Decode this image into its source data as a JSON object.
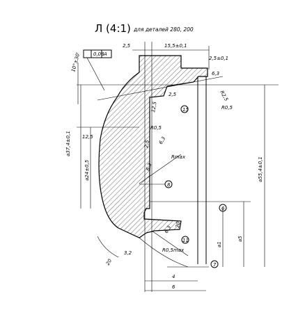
{
  "header": {
    "view": "Л (4:1)",
    "note": "для деталей 280, 200"
  },
  "tolerance_frame": {
    "value": "0,08",
    "datum": "A"
  },
  "dimensions": {
    "d_top_angle": "10°±30'",
    "d_2_5_top": "2,5",
    "d_15_5": "15,5±0,1",
    "d_2_5_right": "2,5±0,1",
    "d_6_3": "6,3",
    "d_r2_5": "R2,5",
    "d_r2_5_b": "2,5",
    "d_r0_5_right": "R0,5",
    "d_r0_5_mid": "R0,5",
    "d_12_5_left": "12,5",
    "d_12_5_mid": "12,5",
    "d_2_5_mid": "2,5",
    "d_6_3_mid": "6,3",
    "d_rmax": "Rmax",
    "d_6_3_low": "6,3",
    "d_phi37": "⌀37,4±0,1",
    "d_phi24": "⌀24±0,5",
    "d_phi55": "⌀55,4±0,1",
    "d_phi5": "⌀5",
    "d_phi1": "⌀1",
    "d_3_2": "3,2",
    "d_20_left": "20",
    "d_6_3_bottom": "6,3",
    "d_20_bottom": "20",
    "d_r0_5_max": "R0,5max",
    "d_4": "4",
    "d_6": "6"
  },
  "callouts": {
    "c15": "15",
    "c8": "8",
    "c6": "6",
    "c11": "11",
    "c7": "7"
  }
}
